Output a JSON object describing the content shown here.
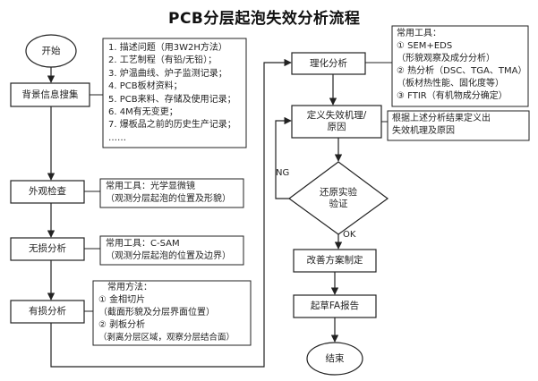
{
  "title": "PCB分层起泡失效分析流程",
  "left_column": {
    "start": "开始",
    "background": "背景信息搜集",
    "visual": "外观检查",
    "nondestructive": "无损分析",
    "destructive": "有损分析"
  },
  "right_column": {
    "physchem": "理化分析",
    "define_mechanism": [
      "定义失效机理/",
      "原因"
    ],
    "reproduce": [
      "还原实验",
      "验证"
    ],
    "improve": "改善方案制定",
    "report": "起草FA报告",
    "end": "结束"
  },
  "edge_labels": {
    "ng": "NG",
    "ok": "OK"
  },
  "notes": {
    "background_list": [
      "1. 描述问题（用3W2H方法）",
      "2. 工艺制程（有铅/无铅）；",
      "3. 炉温曲线、炉子监测记录；",
      "4. PCB板材资料；",
      "5. PCB来料、存储及使用记录；",
      "6. 4M有无变更；",
      "7. 爆板品之前的历史生产记录；",
      "……"
    ],
    "visual_tools": [
      "常用工具：光学显微镜",
      "（观测分层起泡的位置及形貌）"
    ],
    "nondestructive_tools": [
      "常用工具：C-SAM",
      "（观测分层起泡的位置及边界）"
    ],
    "destructive_methods": [
      "常用方法：",
      "① 金相切片",
      "（截面形貌及分层界面位置）",
      "② 剥板分析",
      "（剥离分层区域，观察分层结合面）"
    ],
    "physchem_tools": [
      "常用工具：",
      "① SEM+EDS",
      "（形貌观察及成分分析）",
      "② 热分析（DSC、TGA、TMA）",
      "（板材热性能、固化度等）",
      "③ FTIR（有机物成分确定）"
    ],
    "mechanism_note": [
      "根据上述分析结果定义出",
      "失效机理及原因"
    ]
  }
}
